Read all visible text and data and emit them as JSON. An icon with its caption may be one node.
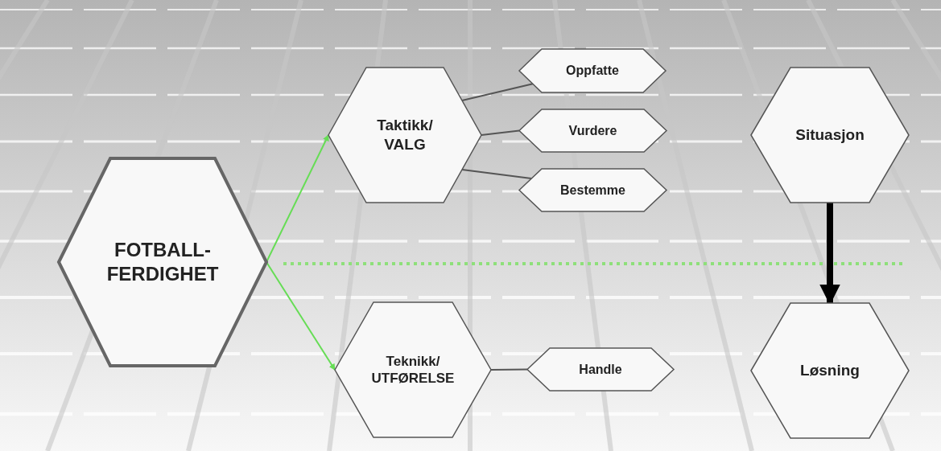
{
  "diagram": {
    "nodes": [
      {
        "text": [
          "FOTBALL- FERDIGHET"
        ]
      },
      {
        "text": [
          "Taktikk/ VALG"
        ]
      },
      {
        "text": [
          "Oppfatte"
        ]
      },
      {
        "text": [
          "Vurdere"
        ]
      },
      {
        "text": [
          "Bestemme"
        ]
      },
      {
        "text": [
          "Teknikk/ UTFØRELSE"
        ]
      },
      {
        "text": [
          "Handle"
        ]
      },
      {
        "text": [
          "Situasjon"
        ]
      },
      {
        "text": [
          "Løsning"
        ]
      }
    ],
    "edges": [
      {
        "from": 0,
        "to": 1,
        "arrow": "to",
        "color": "#66dd55"
      },
      {
        "from": 0,
        "to": 5,
        "arrow": "to",
        "color": "#66dd55"
      },
      {
        "from": 1,
        "to": 2,
        "arrow": "none"
      },
      {
        "from": 1,
        "to": 3,
        "arrow": "none"
      },
      {
        "from": 1,
        "to": 4,
        "arrow": "none"
      },
      {
        "from": 5,
        "to": 6,
        "arrow": "none"
      },
      {
        "from": 7,
        "to": 8,
        "arrow": "to",
        "style": "thick",
        "color": "#000000"
      }
    ]
  }
}
